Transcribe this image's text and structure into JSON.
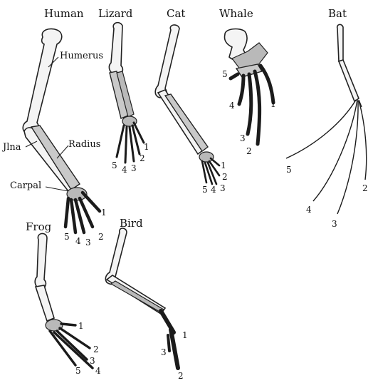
{
  "titles": {
    "human": "Human",
    "lizard": "Lizard",
    "cat": "Cat",
    "whale": "Whale",
    "bat": "Bat",
    "frog": "Frog",
    "bird": "Bird"
  },
  "parts": {
    "humerus": "Humerus",
    "ulna": "Jlna",
    "radius": "Radius",
    "carpal": "Carpal"
  },
  "digits": {
    "human": [
      "1",
      "2",
      "3",
      "4",
      "5"
    ],
    "lizard": [
      "1",
      "2",
      "3",
      "4",
      "5"
    ],
    "cat": [
      "1",
      "2",
      "3",
      "4",
      "5"
    ],
    "whale": [
      "1",
      "2",
      "3",
      "4",
      "5"
    ],
    "bat": [
      "2",
      "3",
      "4",
      "5"
    ],
    "frog": [
      "1",
      "2",
      "3",
      "4",
      "5"
    ],
    "bird": [
      "1",
      "2",
      "3"
    ]
  }
}
